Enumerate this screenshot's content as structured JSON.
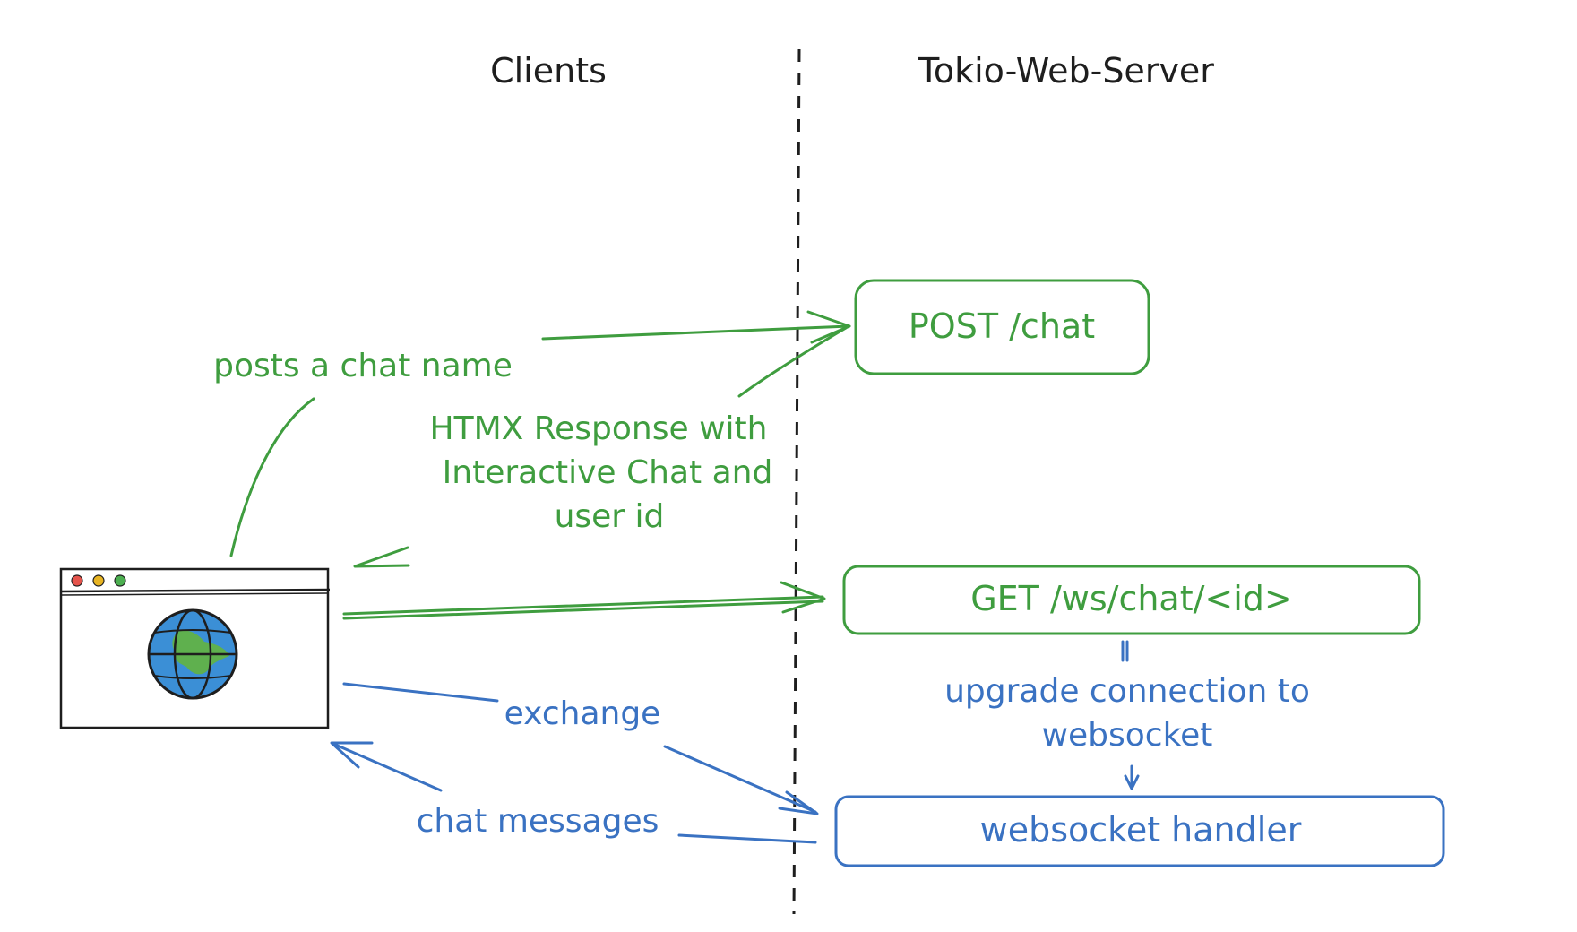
{
  "headers": {
    "clients": "Clients",
    "server": "Tokio-Web-Server"
  },
  "boxes": {
    "post_chat": "POST /chat",
    "get_ws": "GET /ws/chat/<id>",
    "ws_handler": "websocket handler"
  },
  "labels": {
    "posts_chat_name": "posts a chat name",
    "htmx_line1": "HTMX Response with",
    "htmx_line2": "Interactive Chat and",
    "htmx_line3": "user id",
    "upgrade_line1": "upgrade connection to",
    "upgrade_line2": "websocket",
    "exchange": "exchange",
    "chat_messages": "chat messages"
  },
  "icons": {
    "browser": "browser-window-icon",
    "globe": "globe-icon"
  },
  "colors": {
    "green": "#3f9d3f",
    "blue": "#3a72c2",
    "ink": "#1e1e1e",
    "globe_ocean": "#3b8fd6",
    "globe_land": "#5fb04e",
    "dot_red": "#e5534b",
    "dot_yellow": "#e8b422",
    "dot_green": "#4caf50"
  }
}
